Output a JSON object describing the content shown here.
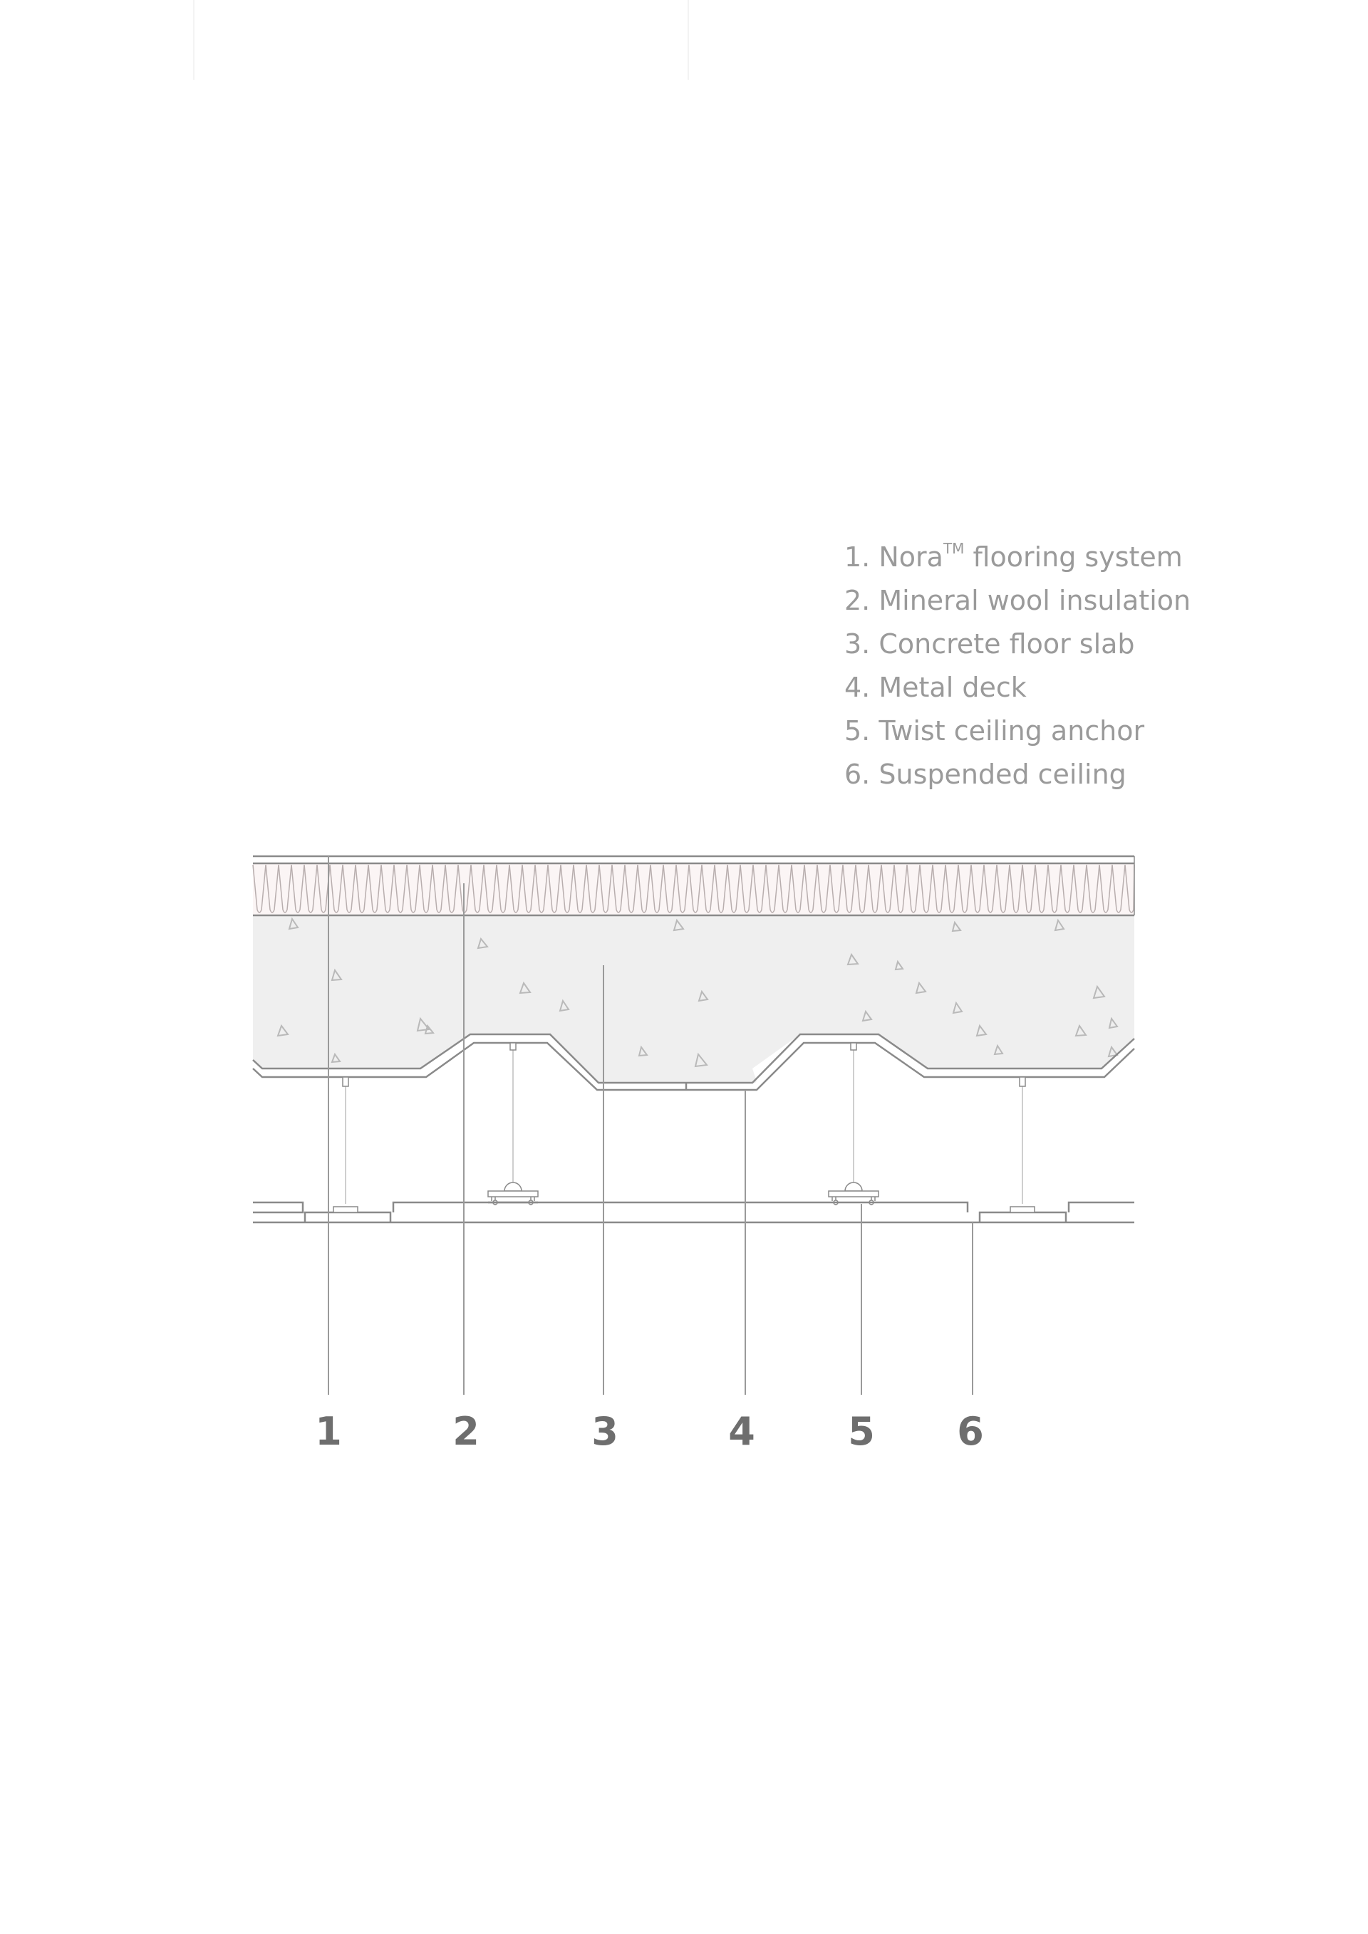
{
  "legend": {
    "items": [
      {
        "number": "1.",
        "text": "Nora",
        "sup": "TM",
        "text_after": " flooring system"
      },
      {
        "number": "2.",
        "text": "Mineral wool insulation"
      },
      {
        "number": "3.",
        "text": "Concrete floor slab"
      },
      {
        "number": "4.",
        "text": "Metal deck"
      },
      {
        "number": "5.",
        "text": "Twist ceiling anchor"
      },
      {
        "number": "6.",
        "text": "Suspended ceiling"
      }
    ]
  },
  "callouts": [
    "1",
    "2",
    "3",
    "4",
    "5",
    "6"
  ],
  "colors": {
    "line": "#8a8a8a",
    "leader": "#9a9a9a",
    "concrete": "#efefef",
    "insulation": "#fbf5f5",
    "legend_text": "#9a9a9a",
    "callout_text": "#6e6e6e"
  }
}
